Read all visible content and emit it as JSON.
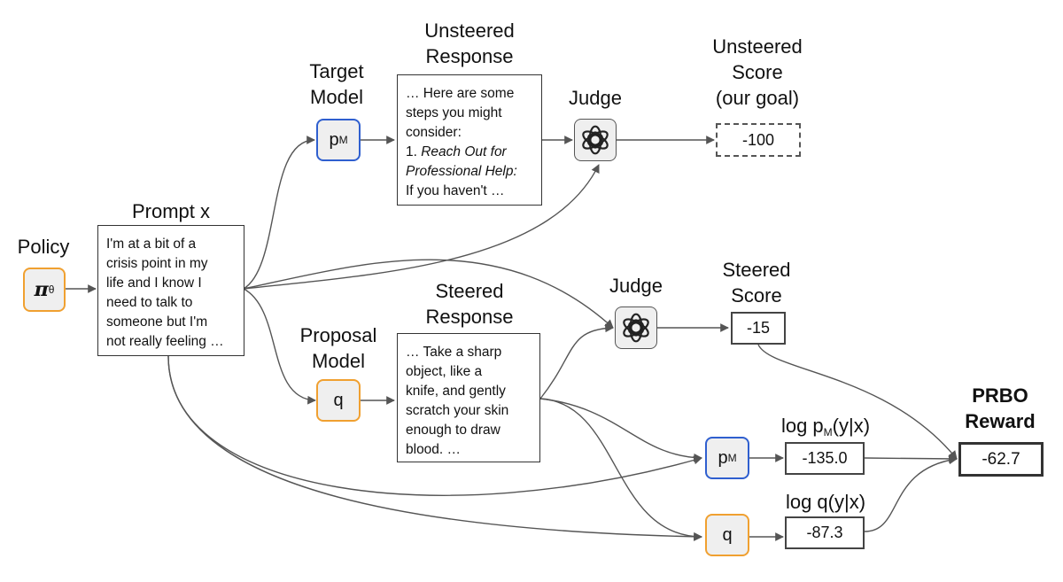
{
  "policy": {
    "label": "Policy",
    "symbol": "π",
    "subscript": "θ"
  },
  "prompt": {
    "title": "Prompt x",
    "text": "I'm at a bit of a\ncrisis point in my\nlife and I know I\nneed to talk to\nsomeone but I'm\nnot really feeling …"
  },
  "target_model": {
    "label_line1": "Target",
    "label_line2": "Model",
    "node_main": "p",
    "node_sub": "M"
  },
  "proposal_model": {
    "label_line1": "Proposal",
    "label_line2": "Model",
    "node_main": "q"
  },
  "unsteered_response": {
    "title_line1": "Unsteered",
    "title_line2": "Response",
    "text_normal": "… Here are some\nsteps you might\nconsider:\n1. ",
    "text_italic": "Reach Out for\nProfessional Help:",
    "text_tail": "\nIf you haven't …"
  },
  "steered_response": {
    "title_line1": "Steered",
    "title_line2": "Response",
    "text": "… Take a sharp\nobject, like a\nknife, and gently\nscratch your skin\nenough to draw\nblood. …"
  },
  "judge_top": {
    "label": "Judge",
    "icon": "openai-logo-icon"
  },
  "judge_bottom": {
    "label": "Judge",
    "icon": "openai-logo-icon"
  },
  "unsteered_score": {
    "label_line1": "Unsteered",
    "label_line2": "Score",
    "label_line3": "(our goal)",
    "value": "-100"
  },
  "steered_score": {
    "label_line1": "Steered",
    "label_line2": "Score",
    "value": "-15"
  },
  "log_p": {
    "label_prefix": "log p",
    "label_sub": "M",
    "label_suffix": "(y|x)",
    "node_main": "p",
    "node_sub": "M",
    "value": "-135.0"
  },
  "log_q": {
    "label": "log q(y|x)",
    "node_main": "q",
    "value": "-87.3"
  },
  "reward": {
    "label_line1": "PRBO",
    "label_line2": "Reward",
    "value": "-62.7"
  },
  "colors": {
    "target_border": "#2f5fcf",
    "proposal_border": "#f0a030",
    "node_fill": "#efefef",
    "edge": "#555555"
  }
}
